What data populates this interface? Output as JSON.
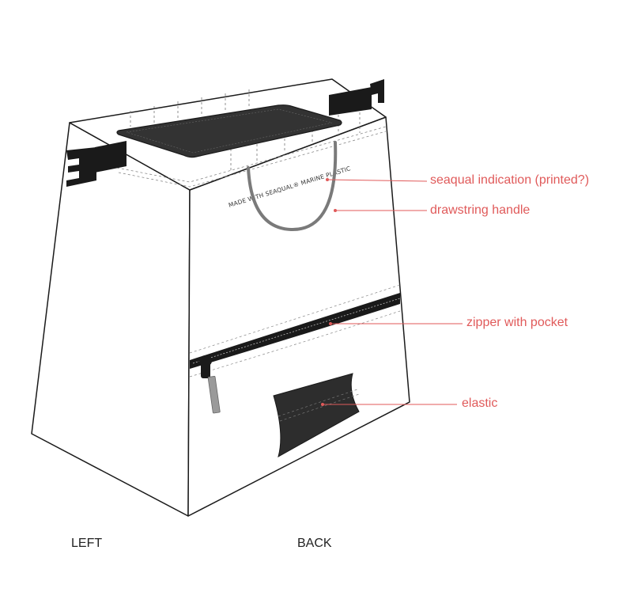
{
  "colors": {
    "annotation": "#e05a5a",
    "outline": "#1a1a1a",
    "dark_panel": "#333333",
    "handle": "#7a7a7a",
    "zipper_pull": "#9a9a9a"
  },
  "print_text": "MADE WITH SEAQUAL® MARINE PLASTIC",
  "annotations": [
    {
      "id": "seaqual",
      "label": "seaqual indication (printed?)"
    },
    {
      "id": "handle",
      "label": "drawstring handle"
    },
    {
      "id": "zipper",
      "label": "zipper with pocket"
    },
    {
      "id": "elastic",
      "label": "elastic"
    }
  ],
  "views": {
    "left": "LEFT",
    "back": "BACK"
  }
}
